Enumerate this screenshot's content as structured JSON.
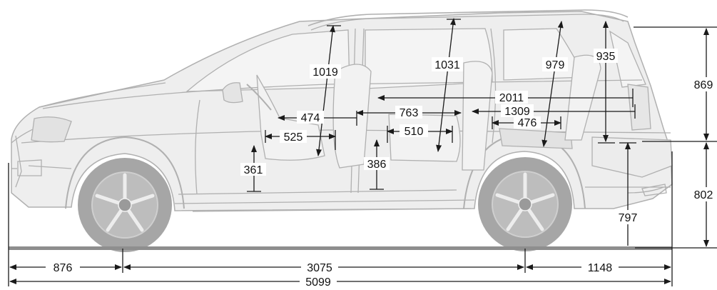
{
  "colors": {
    "body_line": "#b0b0b0",
    "body_fill": "#eeeeee",
    "wheel_fill": "#a6a6a6",
    "ground": "#8e8e8e",
    "dimension": "#1a1a1a"
  },
  "icons": {
    "vehicle": "suv-side-view-icon",
    "arrowhead": "arrowhead-icon"
  },
  "dimensions": {
    "overall_length": "5099",
    "front_overhang": "876",
    "wheelbase": "3075",
    "rear_overhang": "1148",
    "rear_height_upper": "869",
    "rear_height_lower": "802",
    "rear_door_height": "797",
    "rear_headroom_third_row": "935",
    "headroom_third_row": "979",
    "headroom_second_row": "1031",
    "headroom_front": "1019",
    "load_length_total": "2011",
    "load_length_seats_folded": "1309",
    "legroom_second_row": "763",
    "legroom_front": "474",
    "seat_length_front": "525",
    "seat_length_second": "510",
    "seat_length_third": "476",
    "seat_height_front": "361",
    "seat_height_second": "386"
  }
}
